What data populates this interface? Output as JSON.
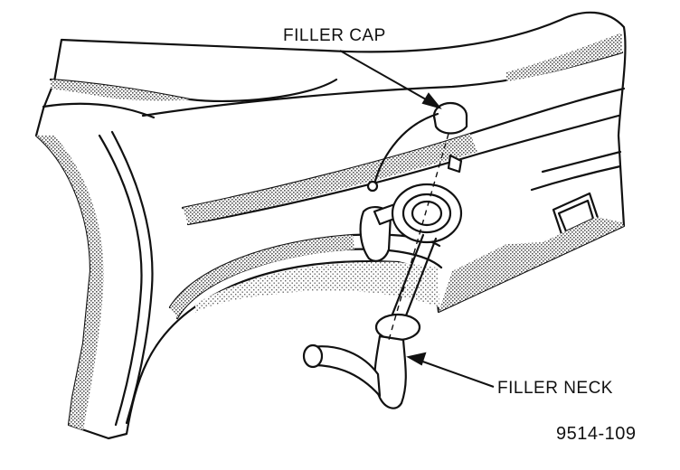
{
  "labels": {
    "filler_cap": "FILLER CAP",
    "filler_neck": "FILLER NECK",
    "figure_number": "9514-109"
  },
  "colors": {
    "ink": "#111111",
    "paper": "#ffffff",
    "stipple": "#9a9a9a"
  }
}
